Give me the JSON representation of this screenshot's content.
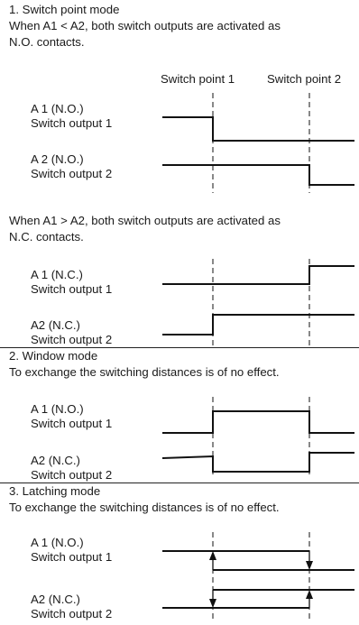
{
  "section1": {
    "title": "1. Switch point mode",
    "desc1_line1": "When A1 < A2, both switch outputs are activated as",
    "desc1_line2": "N.O. contacts.",
    "sp1": "Switch point 1",
    "sp2": "Switch point 2",
    "a1_label": "A 1 (N.O.)",
    "a1_sub": "Switch output 1",
    "a2_label": "A 2 (N.O.)",
    "a2_sub": "Switch output 2",
    "desc2_line1": "When A1 > A2, both switch outputs are activated as",
    "desc2_line2": "N.C. contacts.",
    "b1_label": "A 1 (N.C.)",
    "b1_sub": "Switch output 1",
    "b2_label": "A2 (N.C.)",
    "b2_sub": "Switch output 2"
  },
  "section2": {
    "title": "2. Window mode",
    "desc": "To exchange the switching distances is of no effect.",
    "a1_label": "A 1 (N.O.)",
    "a1_sub": "Switch output 1",
    "a2_label": "A2 (N.C.)",
    "a2_sub": "Switch output 2"
  },
  "section3": {
    "title": "3. Latching mode",
    "desc": "To exchange the switching distances is of no effect.",
    "a1_label": "A 1 (N.O.)",
    "a1_sub": "Switch output 1",
    "a2_label": "A2 (N.C.)",
    "a2_sub": "Switch output 2"
  }
}
